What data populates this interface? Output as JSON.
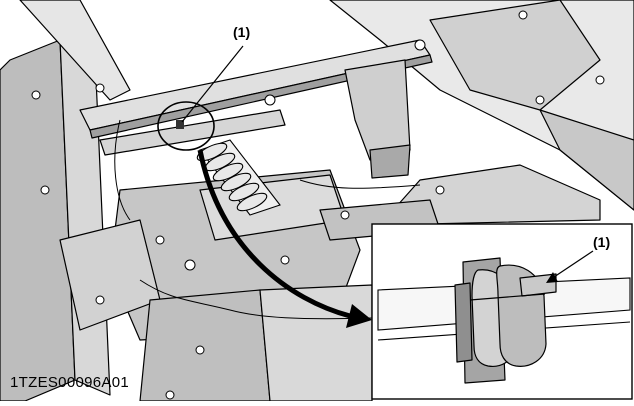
{
  "figure": {
    "callout_main": "(1)",
    "callout_inset": "(1)",
    "code": "1TZES00096A01"
  },
  "parts": {
    "clip": "clamp-clip-icon",
    "spring": "coil-spring-icon"
  }
}
